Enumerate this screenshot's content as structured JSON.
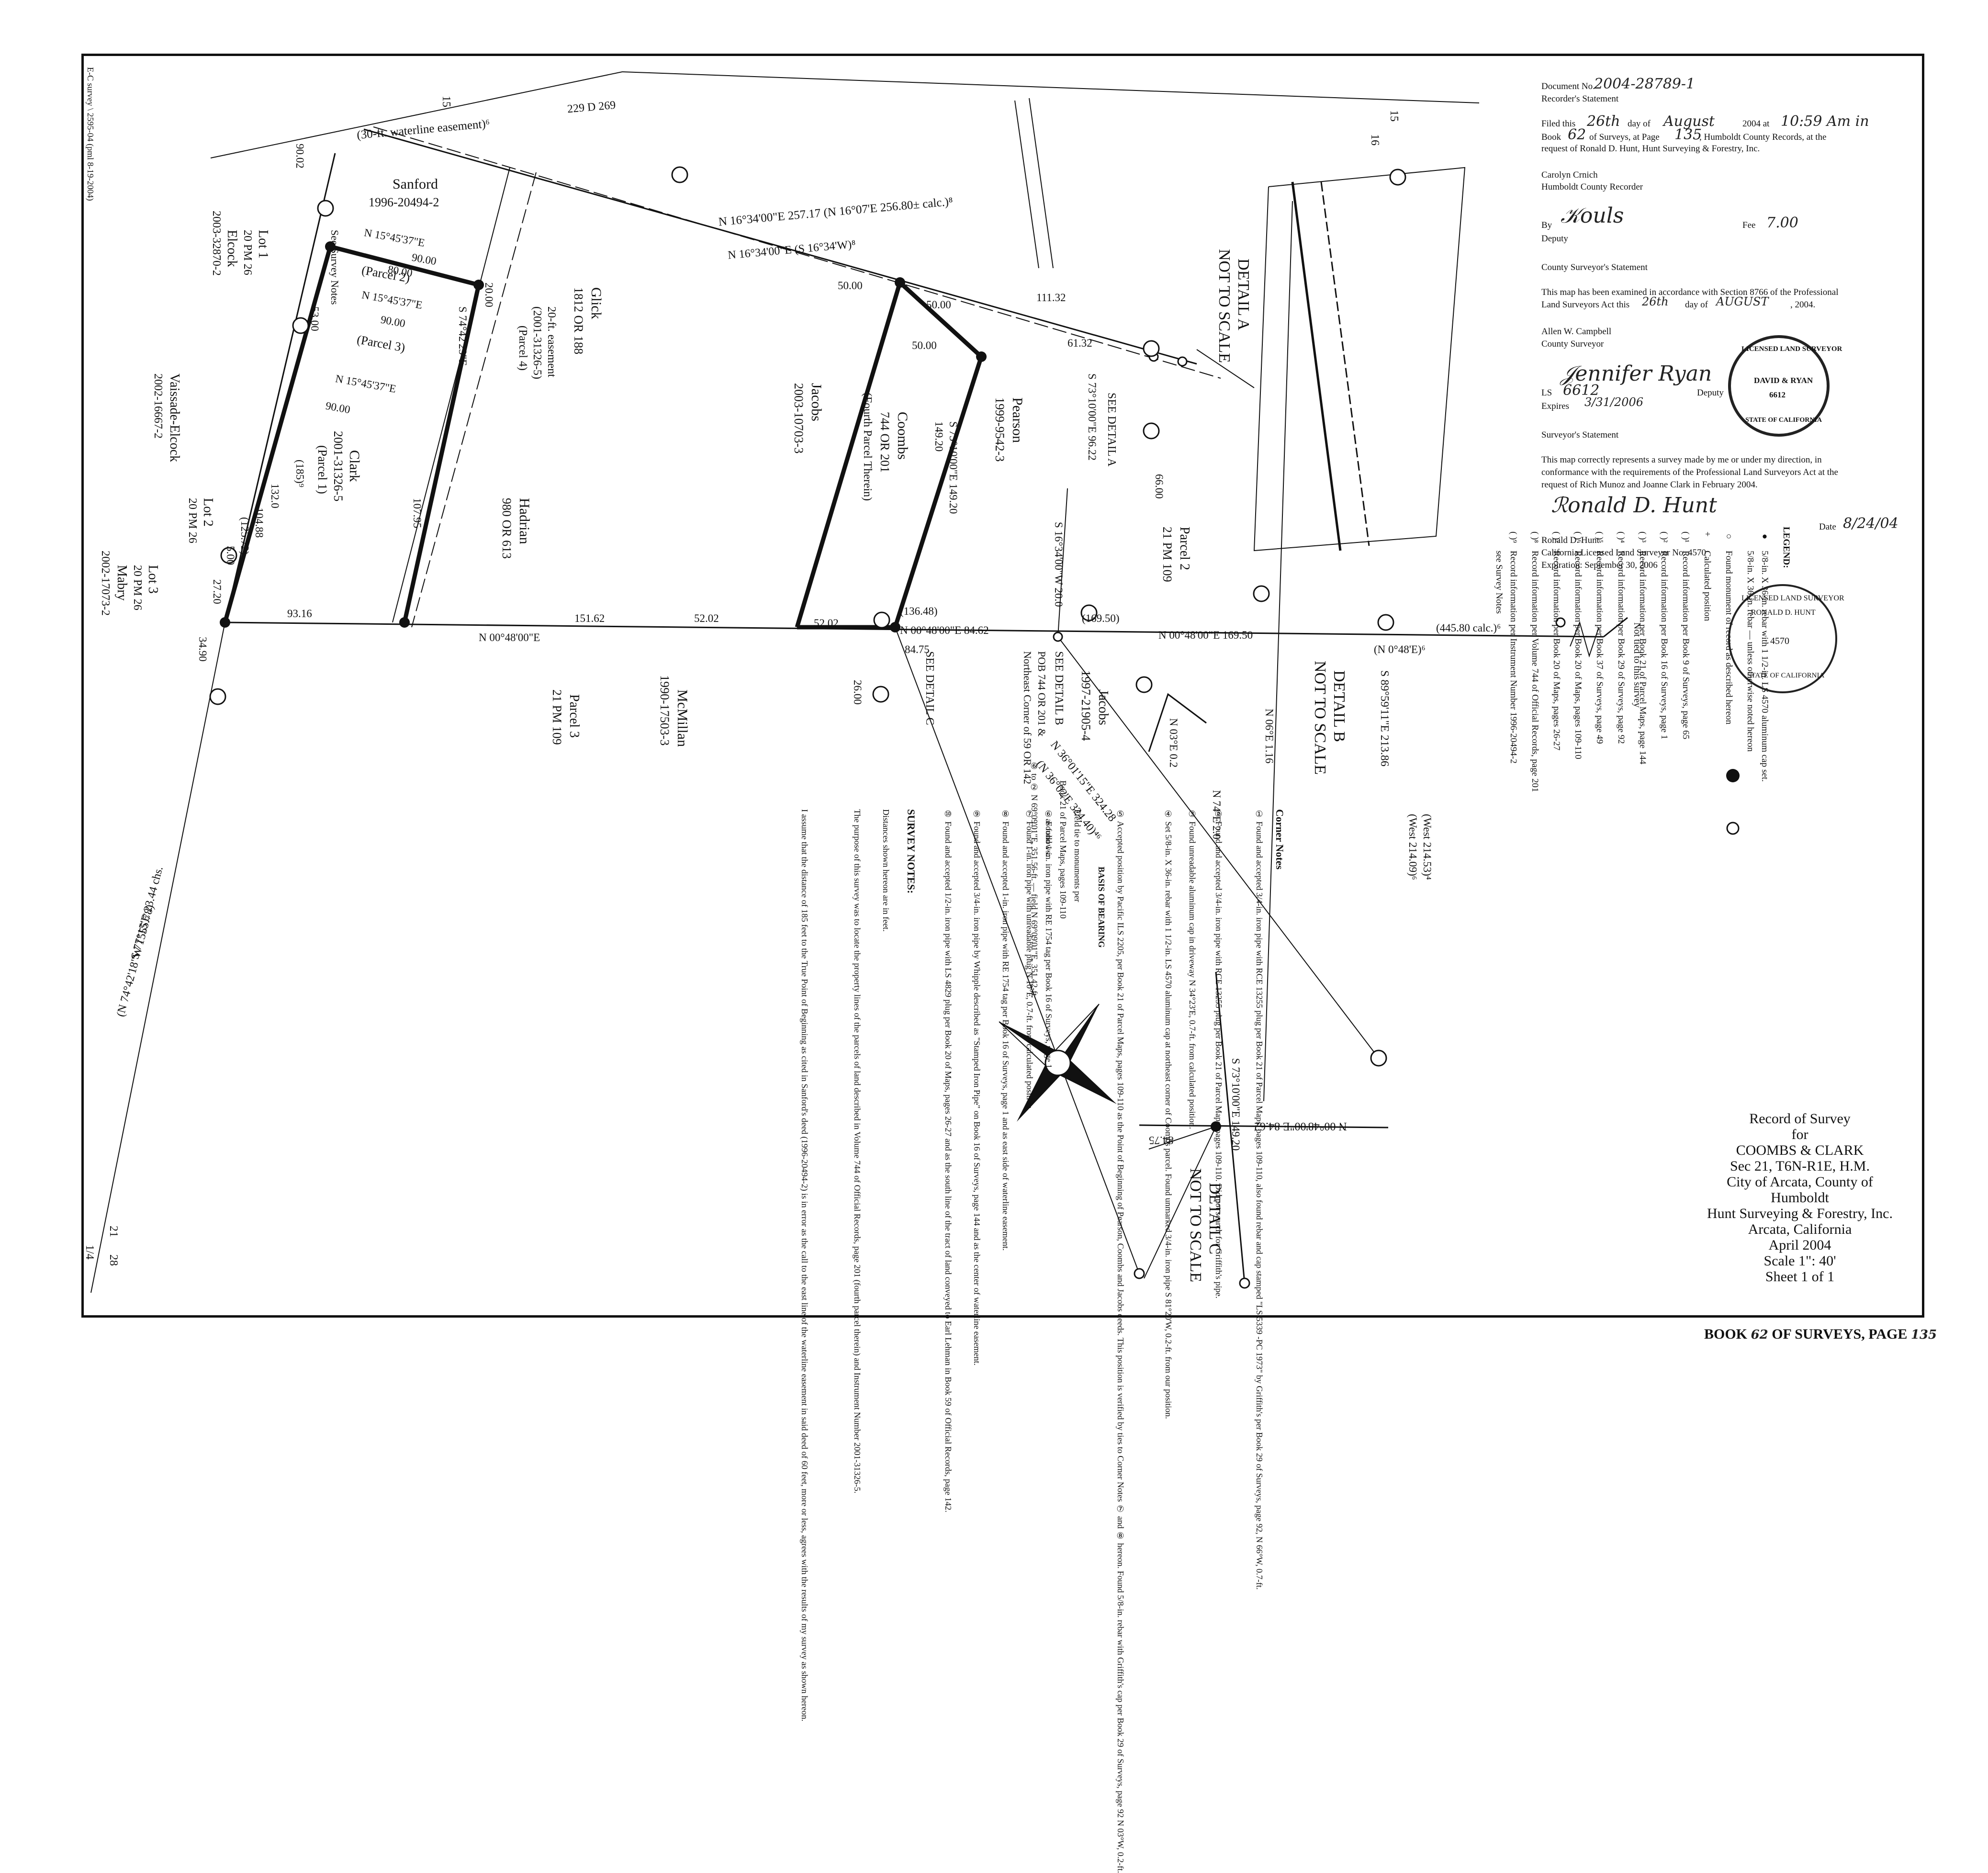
{
  "border_annotation": "E-C survey \\ 2595-04 (pml 8-19-2004)",
  "header": {
    "doc_no_label": "Document No.",
    "doc_no_value": "2004-28789-1",
    "recorders_statement": "Recorder's Statement",
    "filed_text_a": "Filed this",
    "filed_day": "26th",
    "filed_text_b": "day of",
    "filed_month": "August",
    "filed_text_c": "2004 at",
    "filed_time": "10:59 Am in",
    "book_text_a": "Book",
    "book_number": "62",
    "book_text_b": "of Surveys, at Page",
    "book_page": "135",
    "book_text_c": ", Humboldt County Records, at the",
    "request_line": "request of Ronald D. Hunt, Hunt Surveying & Forestry, Inc.",
    "recorder_name": "Carolyn Crnich",
    "recorder_title": "Humboldt County Recorder",
    "by_label": "By",
    "fee_label": "Fee",
    "fee_value": "7.00",
    "deputy_label": "Deputy",
    "county_surveyor_statement": "County Surveyor's Statement",
    "examined_line1": "This map has been examined in accordance with Section 8766 of the Professional",
    "examined_line2a": "Land Surveyors Act this",
    "examined_day": "26th",
    "examined_line2b": "day of",
    "examined_month": "AUGUST",
    "examined_line2c": ", 2004.",
    "county_surveyor_name": "Allen W. Campbell",
    "county_surveyor_title": "County Surveyor",
    "ls_label": "LS",
    "ls_value": "6612",
    "deputy2_label": "Deputy",
    "expires_label": "Expires",
    "expires_value": "3/31/2006",
    "surveyor_statement": "Surveyor's Statement",
    "correct_line1": "This map correctly represents a survey made by me or under my direction, in",
    "correct_line2": "conformance with the requirements of the Professional Land Surveyors Act at the",
    "correct_line3": "request of Rich Munoz and Joanne Clark in February 2004.",
    "date_label": "Date",
    "date_value": "8/24/04",
    "surveyor_name": "Ronald D. Hunt",
    "surveyor_license": "California Licensed Land Surveyor No. 4570",
    "expiration": "Expiration: September 30, 2006"
  },
  "seals": {
    "seal1_top": "LICENSED LAND SURVEYOR",
    "seal1_name": "DAVID & RYAN",
    "seal1_no": "6612",
    "seal1_bottom": "STATE OF CALIFORNIA",
    "seal2_top": "LICENSED LAND SURVEYOR",
    "seal2_name": "RONALD D. HUNT",
    "seal2_no": "4570",
    "seal2_bottom": "STATE OF CALIFORNIA"
  },
  "legend": {
    "title": "LEGEND:",
    "items": [
      {
        "sym": "●",
        "text": "5/8-in. X 36-in. rebar with 1 1/2-in. LS 4570 aluminum cap set."
      },
      {
        "sym": "",
        "text": "5/8-in. X 36-in. rebar — unless otherwise noted hereon"
      },
      {
        "sym": "○",
        "text": "Found monument of record as described hereon"
      },
      {
        "sym": "+",
        "text": "Calculated position"
      },
      {
        "sym": "( )¹",
        "text": "Record information per Book 9 of Surveys, page 65"
      },
      {
        "sym": "( )²",
        "text": "Record information per Book 16 of Surveys, page 1"
      },
      {
        "sym": "( )³",
        "text": "Record information per Book 21 of Parcel Maps, page 144"
      },
      {
        "sym": "( )⁴",
        "text": "Record information per Book 29 of Surveys, page 92"
      },
      {
        "sym": "( )⁵",
        "text": "Record information per Book 37 of Surveys, page 49"
      },
      {
        "sym": "( )⁶",
        "text": "Record information per Book 20 of Maps, pages 109-110"
      },
      {
        "sym": "( )⁷",
        "text": "Record information per Book 20 of Maps, pages 26-27"
      },
      {
        "sym": "( )⁸",
        "text": "Record information per Volume 744 of Official Records, page 201"
      },
      {
        "sym": "( )⁹",
        "text": "Record information per Instrument Number 1996-20494-2"
      },
      {
        "sym": "",
        "text": "see Survey Notes"
      }
    ]
  },
  "basis_of_bearing": {
    "title": "BASIS OF BEARING",
    "line1": "Field tie to monuments per",
    "line2": "Book 21 of Parcel Maps, pages 109-110",
    "line3": "as follows:",
    "line4": "⑥ to ② N 69°09'01\"E, 351.56-ft. — field N 69°09'01\"E, 351.42-ft."
  },
  "corner_notes": {
    "title": "Corner Notes",
    "items": [
      "① Found and accepted 3/4-in. iron pipe with RCE 13255 plug per Book 21 of Parcel Maps, pages 109-110, also found rebar and cap stamped \"LS 5339 -PC 1973\" by Griffith's per Book 29 of Surveys, page 92, N 66°W, 0.7-ft.",
      "② Found and accepted 3/4-in. iron pipe with RCE 13255 plug per Book 21 of Parcel Maps, pages 109-110. Did not search for Griffith's pipe.",
      "③ Found unreadable aluminum cap in driveway N 34°23'E, 0.7-ft. from calculated position.",
      "④ Set 5/8-in. X 36-in. rebar with 1 1/2-in. LS 4570 aluminum cap at northeast corner of Coombs parcel. Found unmarked 3/4-in. iron pipe S 81°20'W, 0.2-ft. from our position.",
      "⑤ Accepted position by Pacific ILS 2205, per Book 21 of Parcel Maps, pages 109-110 as the Point of Beginning of Pearson, Coombs and Jacobs deeds. This position is verified by ties to Corner Notes ⑦ and ⑧ hereon. Found 5/8-in. rebar with Griffith's cap per Book 29 of Surveys, page 92 N 03°W, 0.2-ft.",
      "⑥ Found 1-in. iron pipe with RE 1754 tag per Book 16 of Surveys, page 1.",
      "⑦ Found 1-in. iron pipe with unreadable plug N 10°E, 0.7-ft. from calculated position.",
      "⑧ Found and accepted 1-in. iron pipe with RE 1754 tag per Book 16 of Surveys, page 1 and as east side of waterline easement.",
      "⑨ Found and accepted 3/4-in. iron pipe by Whipple described as \"Stamped Iron Pipe\" on Book 16 of Surveys, page 144 and as the center of waterline easement.",
      "⑩ Found and accepted 1/2-in. iron pipe with LS 4829 plug per Book 20 of Maps, pages 26-27 and as the south line of the tract of land conveyed to Earl Lehman in Book 59 of Official Records, page 142."
    ]
  },
  "survey_notes": {
    "title": "SURVEY NOTES:",
    "line1": "Distances shown hereon are in feet.",
    "line2": "The purpose of this survey was to locate the property lines of the parcels of land described in Volume 744 of Official Records, page 201 (fourth parcel therein) and Instrument Number 2001-31326-5.",
    "line3": "I assume that the distance of 185 feet to the True Point of Beginning as cited in Sanford's deed (1996-20494-2) is in error as the call to the east line of the waterline easement in said deed of 60 feet, more or less, agrees with the results of my survey as shown hereon."
  },
  "title_block": {
    "line1": "Record of Survey",
    "line2": "for",
    "line3": "COOMBS & CLARK",
    "line4": "Sec 21, T6N-R1E, H.M.",
    "line5": "City of Arcata, County of Humboldt",
    "line6": "Hunt Surveying & Forestry, Inc.",
    "line7": "Arcata, California",
    "line8": "April 2004",
    "line9": "Scale 1\": 40'",
    "line10": "Sheet 1 of 1"
  },
  "book_footer": {
    "book": "BOOK",
    "book_no": "62",
    "mid": "OF SURVEYS, PAGE",
    "page": "135"
  },
  "map_labels": {
    "sanford": "Sanford",
    "sanford_no": "1996-20494-2",
    "glick": "Glick",
    "glick_no": "1812 OR 188",
    "clark": "Clark",
    "clark_no": "2001-31326-5",
    "clark_parcel": "(Parcel 1)",
    "parcel2": "(Parcel 2)",
    "parcel3": "(Parcel 3)",
    "hadrian": "Hadrian",
    "hadrian_no": "980 OR 613",
    "coombs": "Coombs",
    "coombs_no": "744 OR 201",
    "coombs_parcel": "(Fourth Parcel Therein)",
    "jacobs": "Jacobs",
    "jacobs_no": "2003-10703-3",
    "jacobs2_no": "1997-21905-4",
    "pearson": "Pearson",
    "pearson_no": "1999-9542-3",
    "mcmillan": "McMillan",
    "mcmillan_no": "1990-17503-3",
    "parcel3_map": "Parcel 3",
    "parcel3_map_no": "21 PM 109",
    "parcel2_map": "Parcel 2",
    "parcel2_map_no": "21 PM 109",
    "elcock": "Elcock",
    "elcock_no": "2003-32870-2",
    "lot1": "Lot 1",
    "lot1_pm": "20 PM 26",
    "vaissade": "Vaissade-Elcock",
    "vaissade_no": "2002-16667-2",
    "lot2": "Lot 2",
    "lot2_pm": "20 PM 26",
    "mabry": "Mabry",
    "mabry_no": "2002-17073-2",
    "lot3": "Lot 3",
    "lot3_pm": "20 PM 26",
    "easement_waterline": "(30-ft. waterline easement)⁶",
    "easement_20": "20-ft. easement",
    "easement_20_no": "(2001-31326-5)",
    "easement_20_parcel": "(Parcel 4)",
    "see_survey_notes": "See Survey Notes",
    "n229": "229 D 269",
    "b_top": "N 16°34'00\"E 257.17 (N 16°07'E 256.80± calc.)⁸",
    "b_top2": "N 16°34'00\"E (S 16°34'W)⁸",
    "b_bottom": "N 00°48'00\"E 84.62",
    "b_bottom2": "N 00°48'00\"E 169.50",
    "b_bottom3": "(445.80 calc.)⁶",
    "b_bottom4": "(N 0°48'E)⁶",
    "b_n004800": "N 00°48'00\"E",
    "b_s8959": "S 89°59'11\"E 213.86",
    "b_west": "(West 214.09)⁶",
    "b_west2": "(West 214.53)⁴",
    "b_n3601": "N 36°01'15\"E 324.28",
    "b_n3601b": "(N 36°02'E 324.40)⁴⁶",
    "b_s73": "S 73°10'00\"E 149.20",
    "b_s73b": "S 73°10'00\"E 96.22",
    "b_detail_b": "SEE DETAIL B",
    "b_detail_c": "SEE DETAIL C",
    "b_detail_a": "SEE DETAIL A",
    "detail_a": "DETAIL A",
    "detail_a_nts": "NOT TO SCALE",
    "detail_b": "DETAIL B",
    "detail_b_nts": "NOT TO SCALE",
    "detail_c": "DETAIL C",
    "detail_c_nts": "NOT TO SCALE",
    "not_tied": "Not tied to this survey",
    "pob": "POB 744 OR 201 &",
    "pob2": "Northeast Corner of 59 OR 142",
    "d_9016": "90.02",
    "d_8000": "80.00",
    "d_9000": "90.00",
    "d_5000": "50.00",
    "d_2000": "20.00",
    "d_5300": "53.00",
    "d_13200": "132.0",
    "d_10795": "107.95",
    "d_9316": "93.16",
    "d_15162": "151.62",
    "d_5202": "52.02",
    "d_14920": "149.20",
    "d_6132": "61.32",
    "d_11132": "111.32",
    "d_6600": "66.00",
    "d_2600": "26.00",
    "d_8475": "84.75",
    "d_13648": "(136.48)",
    "d_16950": "(169.50)",
    "d_2720": "27.20",
    "d_3490": "34.90",
    "d_10488": "104.88",
    "d_12572": "(125.72)",
    "d_500": "5.00",
    "d_185": "(185)⁹",
    "d_n1545a": "N 15°45'37\"E",
    "d_n1545b": "N 15°45'37\"E",
    "d_n1545c": "N 15°45'37\"E",
    "d_s7442": "S 74°42'23\"E",
    "d_s77": "S 77°15'E 23.44 chs.",
    "d_n74": "(N 74°42'18\"W 1555.78)",
    "d_n0311": "N 03°E 0.2",
    "d_n06": "N 06°E 1.16",
    "d_n74e": "N 74°E 2.0",
    "d_s1634": "S 16°34'00\"W 20.0",
    "quarter": "1/4",
    "sec21": "21",
    "sec28": "28",
    "n15": "15",
    "n16": "16"
  }
}
